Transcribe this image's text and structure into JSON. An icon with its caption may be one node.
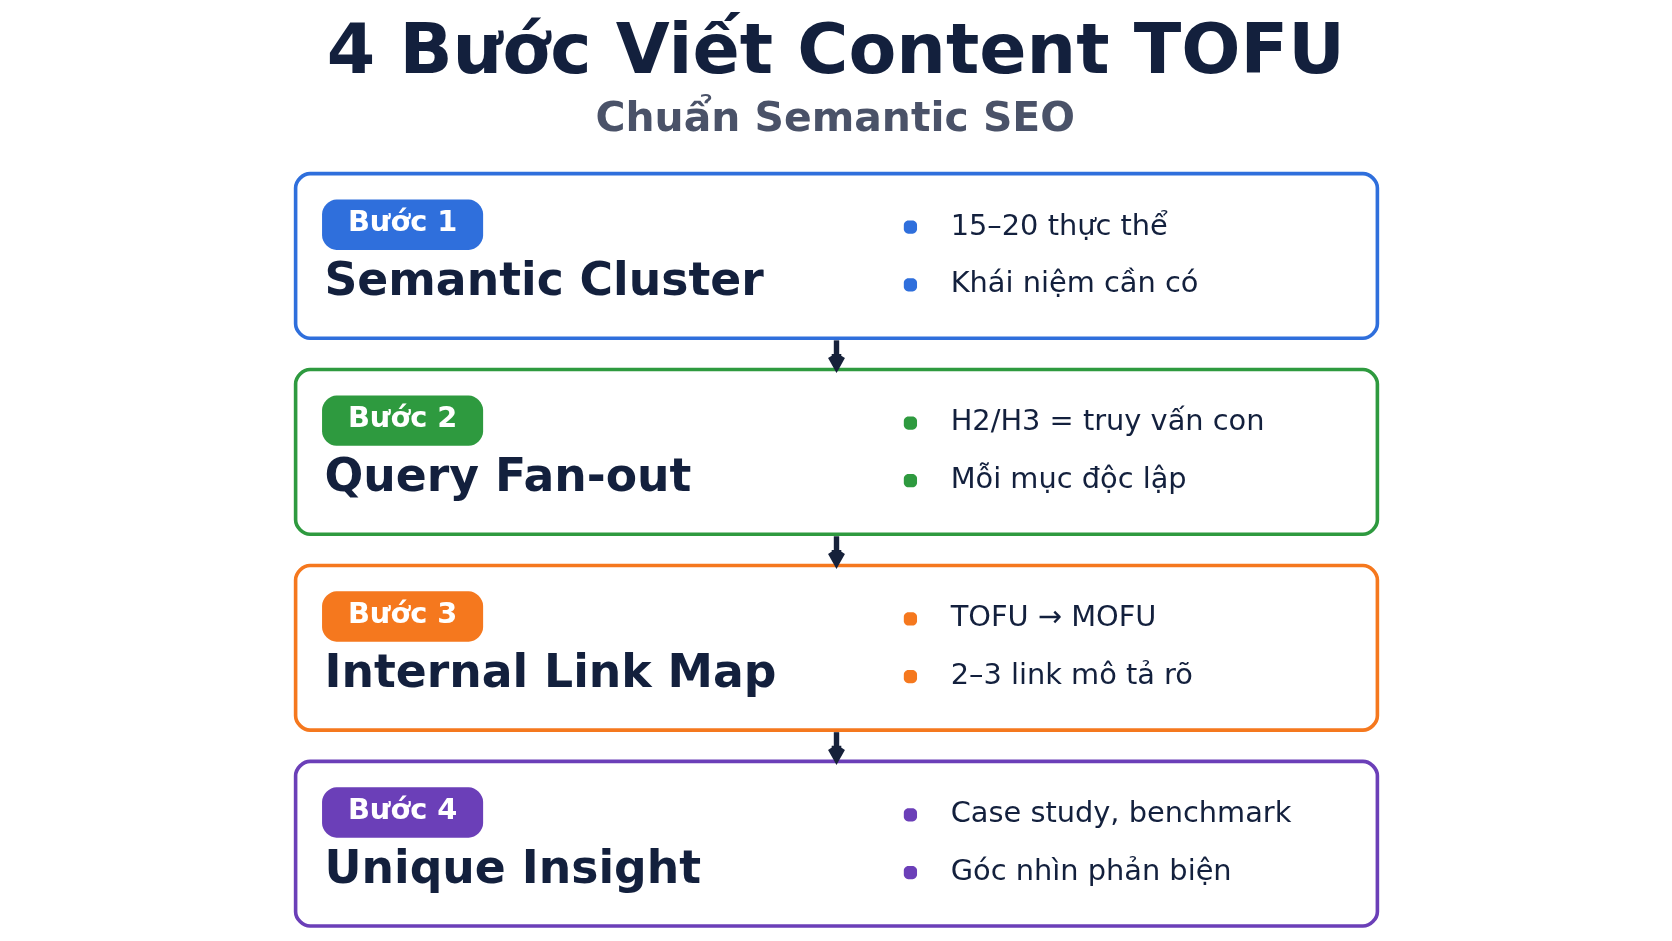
{
  "diagram": {
    "title": "4 Bước Viết Content TOFU",
    "nodes": [
      {
        "text": [
          "Bước 1",
          "Semantic Cluster",
          "15–20 thực thể",
          "Khái niệm cần có"
        ]
      },
      {
        "text": [
          "Bước 2",
          "Query Fan-out",
          "H2/H3 = truy vấn con",
          "Mỗi mục độc lập"
        ]
      },
      {
        "text": [
          "Bước 3",
          "Internal Link Map",
          "TOFU → MOFU",
          "2–3 link mô tả rõ"
        ]
      },
      {
        "text": [
          "Bước 4",
          "Unique Insight",
          "Case study, benchmark",
          "Góc nhìn phản biện"
        ]
      }
    ],
    "edges": [
      {
        "from": 0,
        "to": 1,
        "arrow": "to"
      },
      {
        "from": 1,
        "to": 2,
        "arrow": "to"
      },
      {
        "from": 2,
        "to": 3,
        "arrow": "to"
      }
    ],
    "labels": [
      "Chuẩn Semantic SEO"
    ]
  }
}
